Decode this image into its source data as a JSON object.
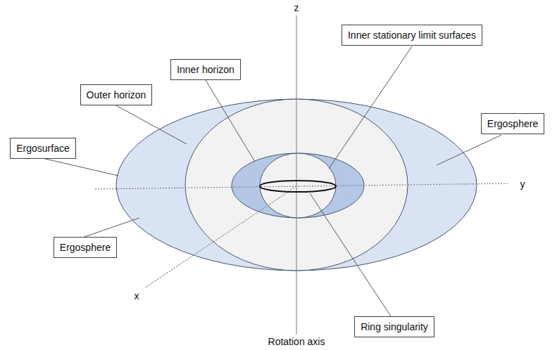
{
  "diagram": {
    "nodes": [
      {
        "text": [
          "Inner stationary limit surfaces"
        ]
      },
      {
        "text": [
          "Inner horizon"
        ]
      },
      {
        "text": [
          "Outer horizon"
        ]
      },
      {
        "text": [
          "Ergosphere"
        ]
      },
      {
        "text": [
          "Ergosurface"
        ]
      },
      {
        "text": [
          "Ergosphere"
        ]
      },
      {
        "text": [
          "Ring singularity"
        ]
      }
    ],
    "labels": [
      "z",
      "y",
      "x",
      "Rotation axis"
    ]
  }
}
